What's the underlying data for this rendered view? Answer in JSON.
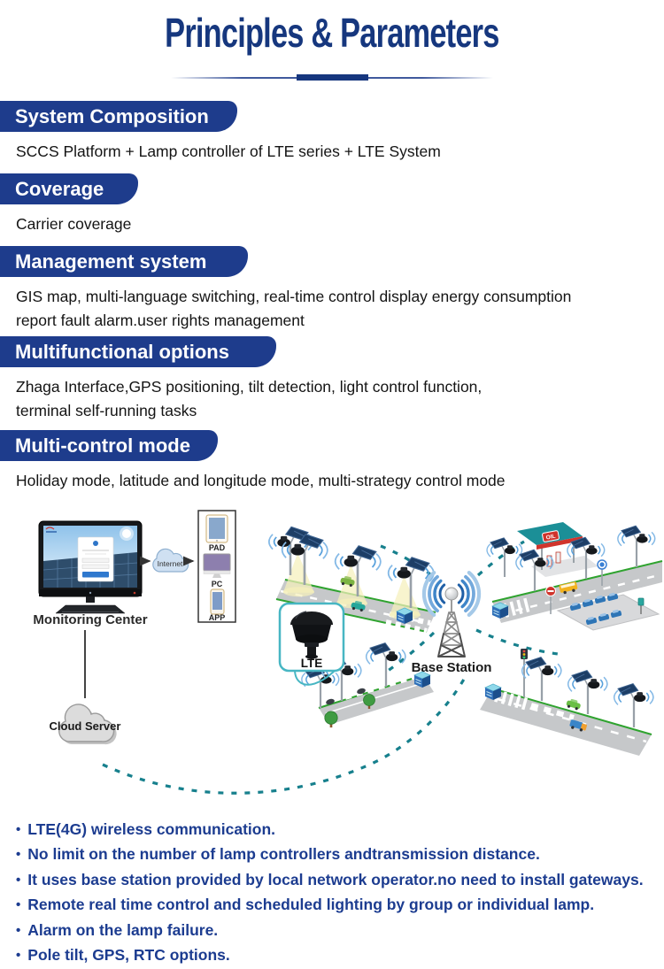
{
  "header": {
    "title": "Principles & Parameters"
  },
  "sections": [
    {
      "title": "System Composition",
      "body": "SCCS Platform + Lamp controller of LTE series + LTE System"
    },
    {
      "title": "Coverage",
      "body": "Carrier coverage"
    },
    {
      "title": "Management system",
      "body": "GIS map, multi-language switching, real-time control display energy consumption\nreport fault alarm.user rights management"
    },
    {
      "title": "Multifunctional options",
      "body": "Zhaga Interface,GPS positioning, tilt detection, light control function,\nterminal self-running tasks"
    },
    {
      "title": "Multi-control mode",
      "body": "Holiday mode, latitude and longitude mode, multi-strategy control mode"
    }
  ],
  "diagram": {
    "monitoring_center": "Monitoring Center",
    "internet": "Internet",
    "pad": "PAD",
    "pc": "PC",
    "app": "APP",
    "lte": "LTE",
    "base_station": "Base Station",
    "cloud_server": "Cloud Server",
    "oil": "OIL"
  },
  "bullets": [
    "LTE(4G) wireless communication.",
    "No limit on the number of lamp controllers andtransmission distance.",
    "It uses base station provided by local network operator.no need to install gateways.",
    "Remote real time control and scheduled lighting by group or individual lamp.",
    "Alarm on the lamp failure.",
    "Pole tilt, GPS, RTC options."
  ],
  "colors": {
    "title_navy": "#16377e",
    "banner_blue": "#1e3c8c",
    "bullet_navy": "#1c3c90",
    "teal_dash": "#17808d",
    "road_gray": "#c6c8ca",
    "edge_green": "#2fa32f"
  }
}
